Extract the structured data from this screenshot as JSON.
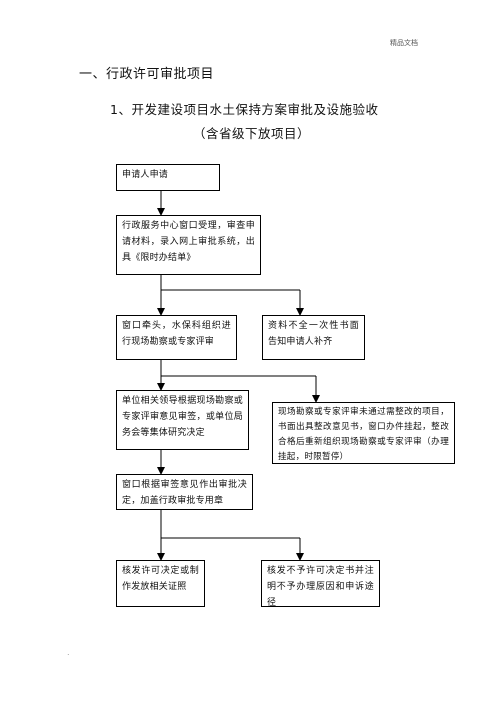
{
  "header": {
    "tag": "精品文档"
  },
  "section_title": "一、行政许可审批项目",
  "doc_title": "1、开发建设项目水土保持方案审批及设施验收",
  "subtitle": "（含省级下放项目）",
  "flowchart": {
    "apply": "申请人申请",
    "accept": "行政服务中心窗口受理，审查申请材料，录入网上审批系统，出具《限时办结单》",
    "survey": "窗口牵头，水保科组织进行现场勘察或专家评审",
    "incomplete": "资料不全一次性书面告知申请人补齐",
    "leaders": "单位相关领导根据现场勘察或专家评审意见审签，或单位局务会等集体研究决定",
    "rectify": "现场勘察或专家评审未通过需整改的项目，书面出具整改意见书，窗口办件挂起，整改合格后重新组织现场勘察或专家评审（办理挂起，时限暂停）",
    "decision": "窗口根据审签意见作出审批决定，加盖行政审批专用章",
    "approve": "核发许可决定或制作发放相关证照",
    "reject": "核发不予许可决定书并注明不予办理原因和申诉途径"
  },
  "footer": {
    "mark": "."
  }
}
